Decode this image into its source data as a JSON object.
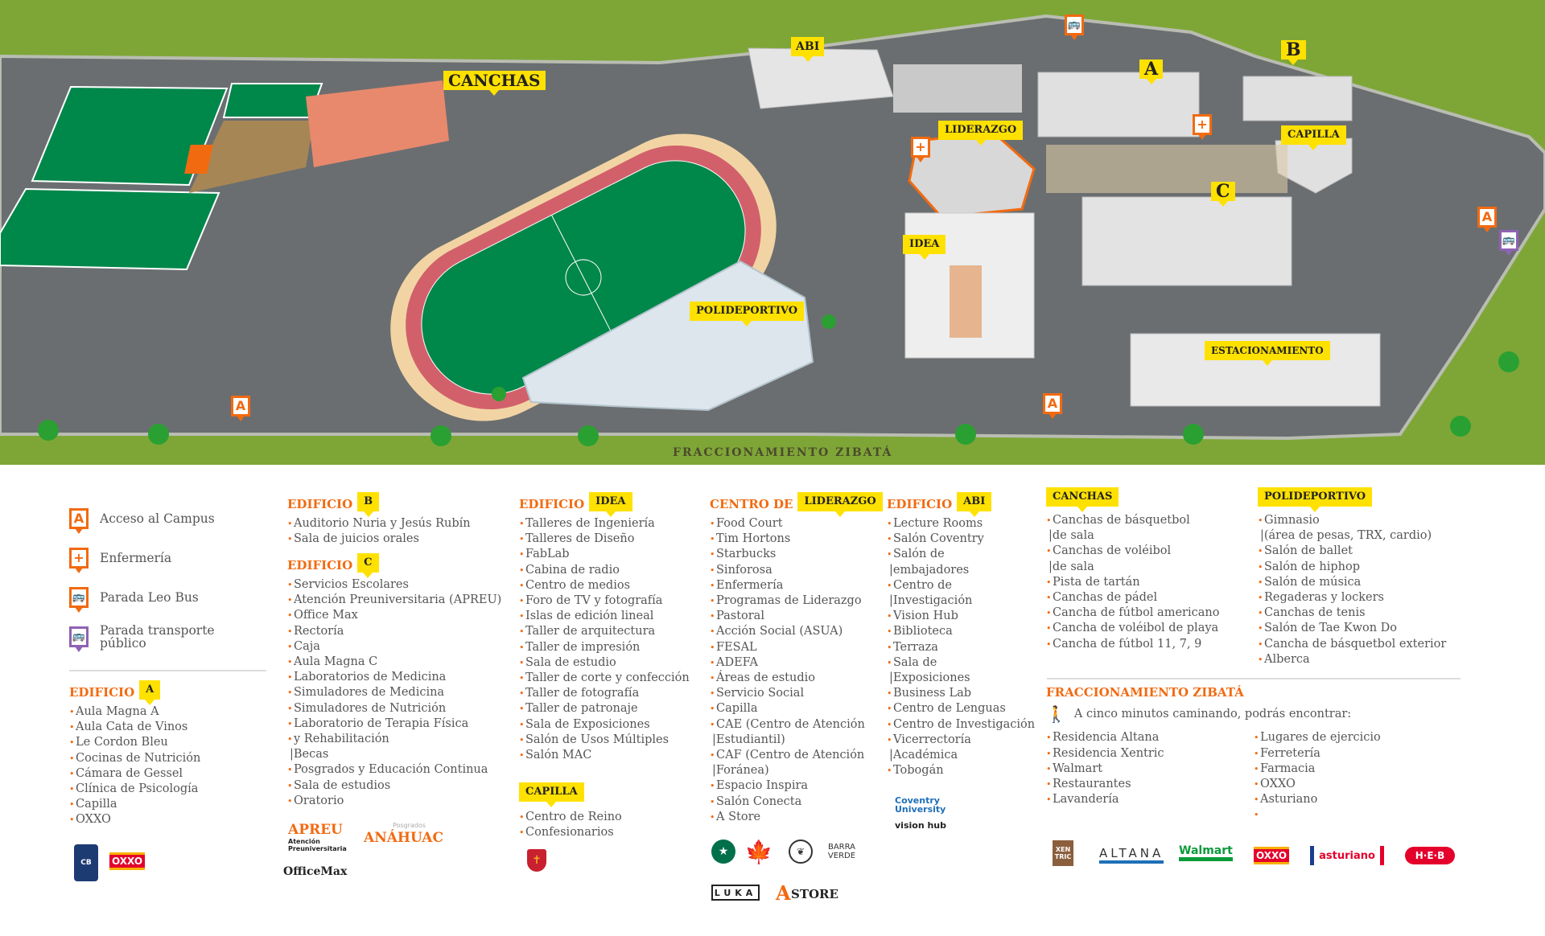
{
  "map": {
    "labels": {
      "canchas": "CANCHAS",
      "abi": "ABI",
      "a": "A",
      "b": "B",
      "liderazgo": "LIDERAZGO",
      "capilla": "CAPILLA",
      "c": "C",
      "idea": "IDEA",
      "polideportivo": "POLIDEPORTIVO",
      "estacionamiento": "ESTACIONAMIENTO"
    },
    "access_letter": "A",
    "plus": "+",
    "road_label": "FRACCIONAMIENTO ZIBATÁ"
  },
  "legend": {
    "access": "Acceso al Campus",
    "nurse": "Enfermería",
    "leobus": "Parada Leo Bus",
    "public": "Parada transporte público"
  },
  "sections": {
    "edificio_word": "EDIFICIO",
    "centro_word": "CENTRO DE",
    "a": {
      "tag": "A",
      "items": [
        "Aula Magna A",
        "Aula Cata de Vinos",
        "Le Cordon Bleu",
        "Cocinas de Nutrición",
        "Cámara de Gessel",
        "Clínica de Psicología",
        "Capilla",
        "OXXO"
      ]
    },
    "b": {
      "tag": "B",
      "items": [
        "Auditorio Nuria y Jesús Rubín",
        "Sala de juicios orales"
      ]
    },
    "c": {
      "tag": "C",
      "items": [
        "Servicios Escolares",
        "Atención Preuniversitaria (APREU)",
        "Office Max",
        "Rectoría",
        "Caja",
        "Aula Magna C",
        "Laboratorios de Medicina",
        "Simuladores de Medicina",
        "Simuladores de Nutrición",
        "Laboratorio de Terapia Física",
        "y Rehabilitación",
        "|Becas",
        "Posgrados y Educación Continua",
        "Sala de estudios",
        "Oratorio"
      ]
    },
    "idea": {
      "tag": "IDEA",
      "items": [
        "Talleres de Ingeniería",
        "Talleres de Diseño",
        "FabLab",
        "Cabina de radio",
        "Centro de medios",
        "Foro de TV y fotografía",
        "Islas de edición lineal",
        "Taller de arquitectura",
        "Taller de impresión",
        "Sala de estudio",
        "Taller de corte y confección",
        "Taller de fotografía",
        "Taller de patronaje",
        "Sala de Exposiciones",
        "Salón de Usos Múltiples",
        "Salón MAC"
      ]
    },
    "capilla": {
      "tag": "CAPILLA",
      "items": [
        "Centro de Reino",
        "Confesionarios"
      ]
    },
    "liderazgo": {
      "tag": "LIDERAZGO",
      "items": [
        "Food Court",
        "Tim Hortons",
        "Starbucks",
        "Sinforosa",
        "Enfermería",
        "Programas de Liderazgo",
        "Pastoral",
        "Acción Social (ASUA)",
        "FESAL",
        "ADEFA",
        "Áreas de estudio",
        "Servicio Social",
        "Capilla",
        "CAE (Centro de Atención",
        "|Estudiantil)",
        "CAF (Centro de Atención",
        "|Foránea)",
        "Espacio Inspira",
        "Salón Conecta",
        "A Store"
      ]
    },
    "abi": {
      "tag": "ABI",
      "items": [
        "Lecture Rooms",
        "Salón Coventry",
        "Salón de",
        "|embajadores",
        "Centro de",
        "|Investigación",
        "Vision Hub",
        "Biblioteca",
        "Terraza",
        "Sala de",
        "|Exposiciones",
        "Business Lab",
        "Centro de Lenguas",
        "Centro de Investigación",
        "Vicerrectoría",
        "|Académica",
        "Tobogán"
      ]
    },
    "canchas": {
      "tag": "CANCHAS",
      "items": [
        "Canchas de básquetbol",
        "|de sala",
        "Canchas de voléibol",
        "|de sala",
        "Pista de tartán",
        "Canchas de pádel",
        "Cancha de fútbol americano",
        "Cancha de voléibol de playa",
        "Cancha de fútbol 11, 7, 9"
      ]
    },
    "polideportivo": {
      "tag": "POLIDEPORTIVO",
      "items": [
        "Gimnasio",
        "|(área de pesas, TRX, cardio)",
        "Salón de ballet",
        "Salón de hiphop",
        "Salón de música",
        "Regaderas y lockers",
        "Canchas de tenis",
        "Salón de Tae Kwon Do",
        "Cancha de básquetbol exterior",
        "Alberca"
      ]
    },
    "zibata": {
      "title": "FRACCIONAMIENTO ZIBATÁ",
      "subtitle": "A cinco minutos caminando, podrás encontrar:",
      "left": [
        "Residencia Altana",
        "Residencia Xentric",
        "Walmart",
        "Restaurantes",
        "Lavandería"
      ],
      "right": [
        "Lugares de ejercicio",
        "Ferretería",
        "Farmacia",
        "OXXO",
        "Asturiano",
        ""
      ]
    }
  },
  "logos": {
    "oxxo": "OXXO",
    "apreu": "APREU",
    "apreu_sub": "Atención Preuniversitaria",
    "posgrados": "Posgrados",
    "anahuac": "ANÁHUAC",
    "officemax": "OfficeMax",
    "barra": "BARRA VERDE",
    "luka": "LUKA",
    "astore": "STORE",
    "astore_a": "A",
    "coventry": "Coventry University",
    "visionhub": "vision hub",
    "xentric": "XEN TRIC",
    "altana": "ALTANA",
    "walmart": "Walmart",
    "asturiano": "asturiano",
    "heb": "H·E·B"
  },
  "colors": {
    "orange": "#f26a10",
    "yellow": "#ffe100",
    "grass": "#7ea637",
    "road": "#6b6e70",
    "field": "#00874a",
    "track": "#d2606b",
    "purple": "#8f62b4"
  }
}
